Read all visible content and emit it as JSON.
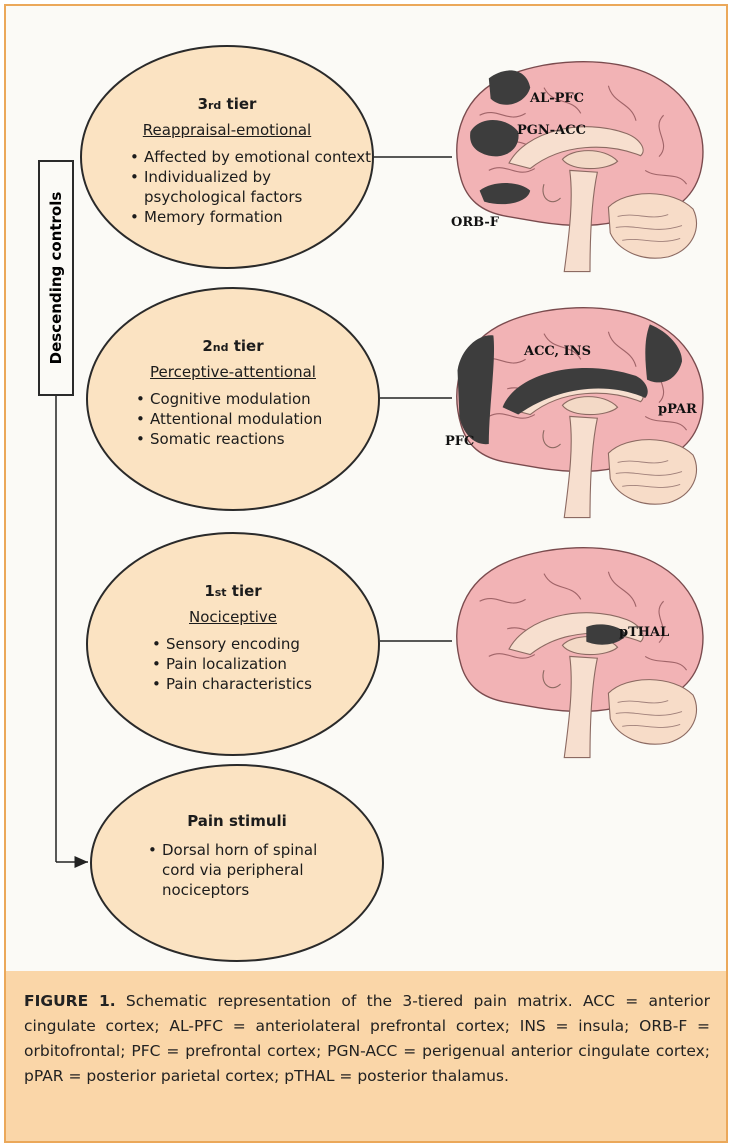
{
  "side_label": "Descending controls",
  "tiers": [
    {
      "title_num": "3",
      "title_suffix": "rd",
      "title_word": "tier",
      "subtitle": "Reappraisal-emotional",
      "items": [
        "Affected by emotional context",
        "Individualized by psychological factors",
        "Memory formation"
      ]
    },
    {
      "title_num": "2",
      "title_suffix": "nd",
      "title_word": "tier",
      "subtitle": "Perceptive-attentional",
      "items": [
        "Cognitive modulation",
        "Attentional modulation",
        "Somatic reactions"
      ]
    },
    {
      "title_num": "1",
      "title_suffix": "st",
      "title_word": "tier",
      "subtitle": "Nociceptive",
      "items": [
        "Sensory encoding",
        "Pain localization",
        "Pain characteristics"
      ]
    }
  ],
  "pain": {
    "title": "Pain stimuli",
    "items": [
      "Dorsal horn of spinal cord via peripheral nociceptors"
    ]
  },
  "brain_labels": {
    "b1": [
      "AL-PFC",
      "PGN-ACC",
      "ORB-F"
    ],
    "b2": [
      "ACC, INS",
      "pPAR",
      "PFC"
    ],
    "b3": [
      "pTHAL"
    ]
  },
  "caption": {
    "label": "FIGURE 1.",
    "text": "Schematic representation of the 3-tiered pain matrix. ACC = anterior cingulate cortex; AL-PFC = anteriolateral prefrontal cortex; INS = insula; ORB-F = orbitofrontal; PFC = prefrontal cortex; PGN-ACC = perigenual anterior cingulate cortex; pPAR = posterior parietal cortex; pTHAL = posterior thalamus."
  },
  "colors": {
    "ellipse_fill": "#fbe3c2",
    "frame": "#eba85a",
    "caption_bg": "#fad6a8",
    "brain_fill": "#f2b3b5",
    "region_fill": "#3d3d3d"
  }
}
